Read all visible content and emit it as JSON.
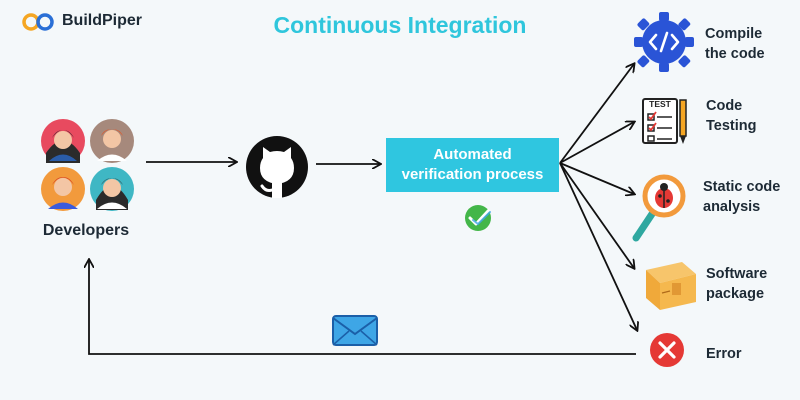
{
  "brand": {
    "name": "BuildPiper"
  },
  "title": "Continuous Integration",
  "developers": {
    "label": "Developers"
  },
  "verification": {
    "line1": "Automated",
    "line2": "verification process"
  },
  "outputs": [
    {
      "line1": "Compile",
      "line2": "the code"
    },
    {
      "line1": "Code",
      "line2": "Testing"
    },
    {
      "line1": "Static code",
      "line2": "analysis"
    },
    {
      "line1": "Software",
      "line2": "package"
    },
    {
      "line1": "Error",
      "line2": ""
    }
  ],
  "icons": {
    "test_card": "TEST"
  },
  "colors": {
    "title": "#2fc6dc",
    "box": "#2fc6e0",
    "gear": "#2a54d6",
    "error": "#e53935",
    "check": "#43b649",
    "envelope": "#3ea6e6"
  }
}
